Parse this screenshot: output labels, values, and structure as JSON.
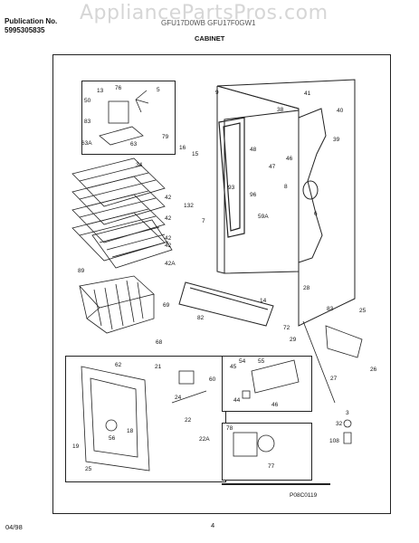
{
  "header": {
    "publication_label": "Publication No.",
    "publication_number": "5995305835",
    "model": "GFU17D0WB GFU17F0GW1",
    "section": "CABINET",
    "watermark": "AppliancePartsPros.com"
  },
  "diagram_code": "P08C0119",
  "footer": {
    "date": "04/98",
    "page_number": "4"
  },
  "callouts": {
    "c13": "13",
    "c76": "76",
    "c5": "5",
    "c50": "50",
    "c83": "83",
    "c63a": "63A",
    "c63": "63",
    "c79": "79",
    "c9": "9",
    "c41": "41",
    "c38": "38",
    "c40": "40",
    "c48": "48",
    "c39": "39",
    "c16": "16",
    "c15": "15",
    "c34": "34",
    "c47": "47",
    "c46": "46",
    "c93": "93",
    "c96": "96",
    "c8": "8",
    "c42a": "42",
    "c42b": "42",
    "c42c": "42",
    "c42d": "42",
    "c42A": "42A",
    "c132": "132",
    "c7": "7",
    "c59A": "59A",
    "c6": "6",
    "c89": "89",
    "c69": "69",
    "c68": "68",
    "c82": "82",
    "c72": "72",
    "c14": "14",
    "c29": "29",
    "c28": "28",
    "c83b": "83",
    "c25": "25",
    "c26": "26",
    "c27": "27",
    "c62": "62",
    "c21": "21",
    "c60": "60",
    "c24": "24",
    "c22": "22",
    "c22A": "22A",
    "c56": "56",
    "c18": "18",
    "c19": "19",
    "c25b": "25",
    "c45": "45",
    "c55": "55",
    "c54": "54",
    "c44": "44",
    "c46b": "46",
    "c78": "78",
    "c77": "77",
    "c3": "3",
    "c32": "32",
    "c108": "108"
  }
}
